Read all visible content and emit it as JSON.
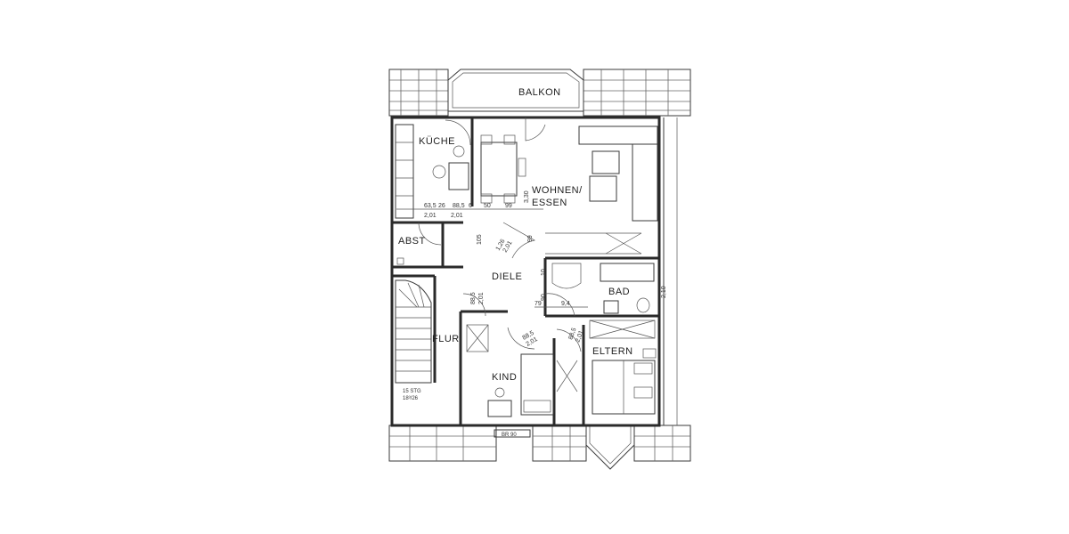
{
  "rooms": {
    "balkon": "BALKON",
    "kueche": "KÜCHE",
    "wohnen_line1": "WOHNEN/",
    "wohnen_line2": "ESSEN",
    "abst": "ABST",
    "diele": "DIELE",
    "bad": "BAD",
    "flur": "FLUR",
    "kind": "KIND",
    "eltern": "ELTERN"
  },
  "dimensions": {
    "d_63_5": "63,5",
    "d_26": "26",
    "d_88_5_a": "88,5",
    "d_6": "6",
    "d_2_01_a": "2,01",
    "d_2_01_b": "2,01",
    "d_50": "50",
    "d_99": "99",
    "d_3_30": "3,30",
    "d_105": "105",
    "d_99b": "99",
    "d_1_26": "1,26",
    "d_2_01_c": "2,01",
    "d_10": "10",
    "d_90": "90",
    "d_88_5_b": "88,5",
    "d_2_01_d": "2,01",
    "d_79": "79",
    "d_9_4": "9,4",
    "d_88_5_c": "88,5",
    "d_2_01_e": "2,01",
    "d_88_5_d": "88,5",
    "d_2_01_f": "2,01",
    "d_2_10": "2,10",
    "d_br": "BR 90"
  },
  "stair_note_1": "15 STG",
  "stair_note_2": "18³/26"
}
